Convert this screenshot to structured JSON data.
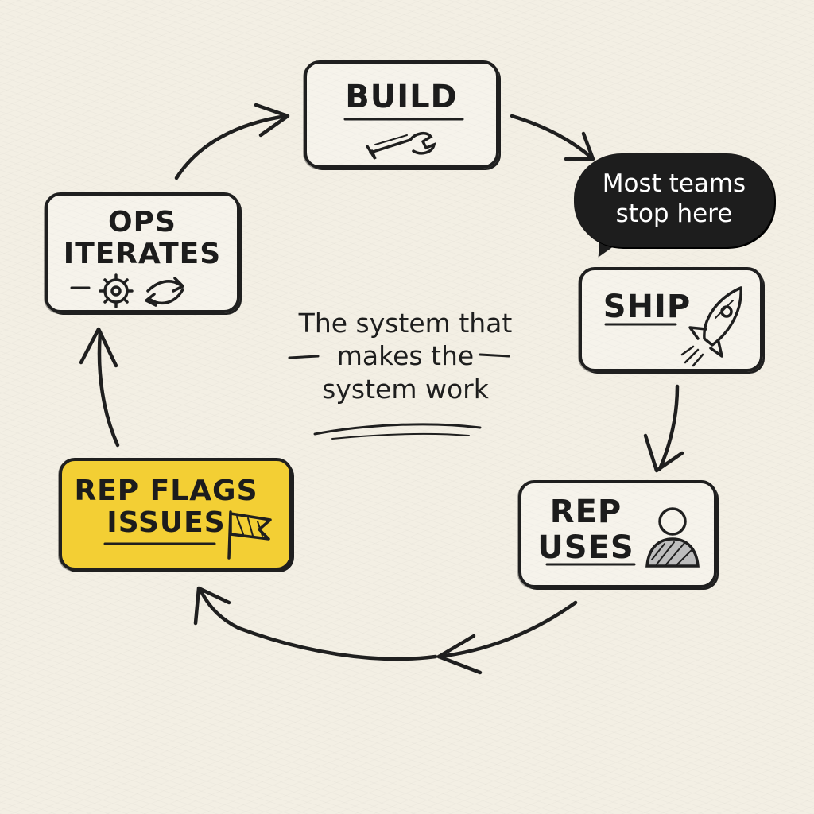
{
  "diagram": {
    "nodes": [
      {
        "id": "build",
        "label": "BUILD",
        "icon": "wrench-icon"
      },
      {
        "id": "ship",
        "label": "SHIP",
        "icon": "rocket-icon"
      },
      {
        "id": "rep-uses",
        "label": "REP\nUSES",
        "icon": "person-icon"
      },
      {
        "id": "rep-flags",
        "label": "REP FLAGS\nISSUES",
        "icon": "flag-icon",
        "highlight": "#f3cf34"
      },
      {
        "id": "ops-iterates",
        "label": "OPS\nITERATES",
        "icon": "gear-cycle-icon"
      }
    ],
    "flow": [
      "build",
      "ship",
      "rep-uses",
      "rep-flags",
      "ops-iterates",
      "build"
    ],
    "callout": {
      "text": "Most teams\nstop here",
      "attached_to": "build-to-ship"
    },
    "center_caption": "The system that\nmakes the\nsystem work"
  },
  "colors": {
    "ink": "#1f1f1f",
    "paper": "#f3efe4",
    "highlight": "#f3cf34",
    "callout_bg": "#1d1d1d"
  }
}
